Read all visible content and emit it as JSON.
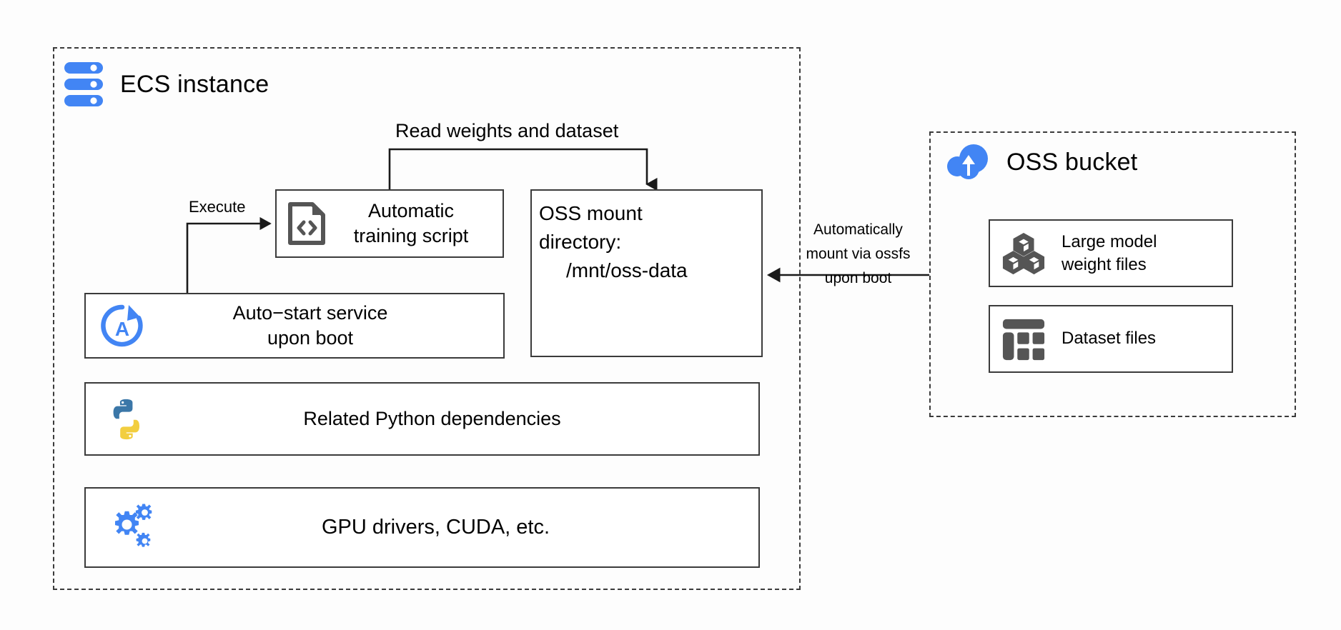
{
  "diagram": {
    "title": "ECS instance with OSS bucket mounted via ossfs",
    "background": "#fdfdfd",
    "stroke_color": "#3b3b3b",
    "accent_blue": "#4285f4",
    "icon_gray": "#555555",
    "python_blue": "#3b77a8",
    "python_yellow": "#f2ce3f"
  },
  "ecs": {
    "title": "ECS instance",
    "icon": "server-stack-icon",
    "script": {
      "icon": "code-file-icon",
      "line1": "Automatic",
      "line2": "training script"
    },
    "mount": {
      "line1": "OSS mount",
      "line2": "directory:",
      "path": "/mnt/oss-data"
    },
    "autostart": {
      "icon": "auto-restart-icon",
      "line1": "Auto−start service",
      "line2": "upon boot"
    },
    "python": {
      "icon": "python-logo-icon",
      "label": "Related Python dependencies"
    },
    "gpu": {
      "icon": "gears-icon",
      "label": "GPU drivers, CUDA, etc."
    }
  },
  "oss": {
    "title": "OSS bucket",
    "icon": "cloud-upload-icon",
    "items": [
      {
        "icon": "cubes-icon",
        "line1": "Large model",
        "line2": "weight files"
      },
      {
        "icon": "table-grid-icon",
        "line1": "Dataset files",
        "line2": ""
      }
    ]
  },
  "edges": {
    "read": "Read weights and dataset",
    "execute": "Execute",
    "mount": "Automatically mount via ossfs upon boot"
  }
}
